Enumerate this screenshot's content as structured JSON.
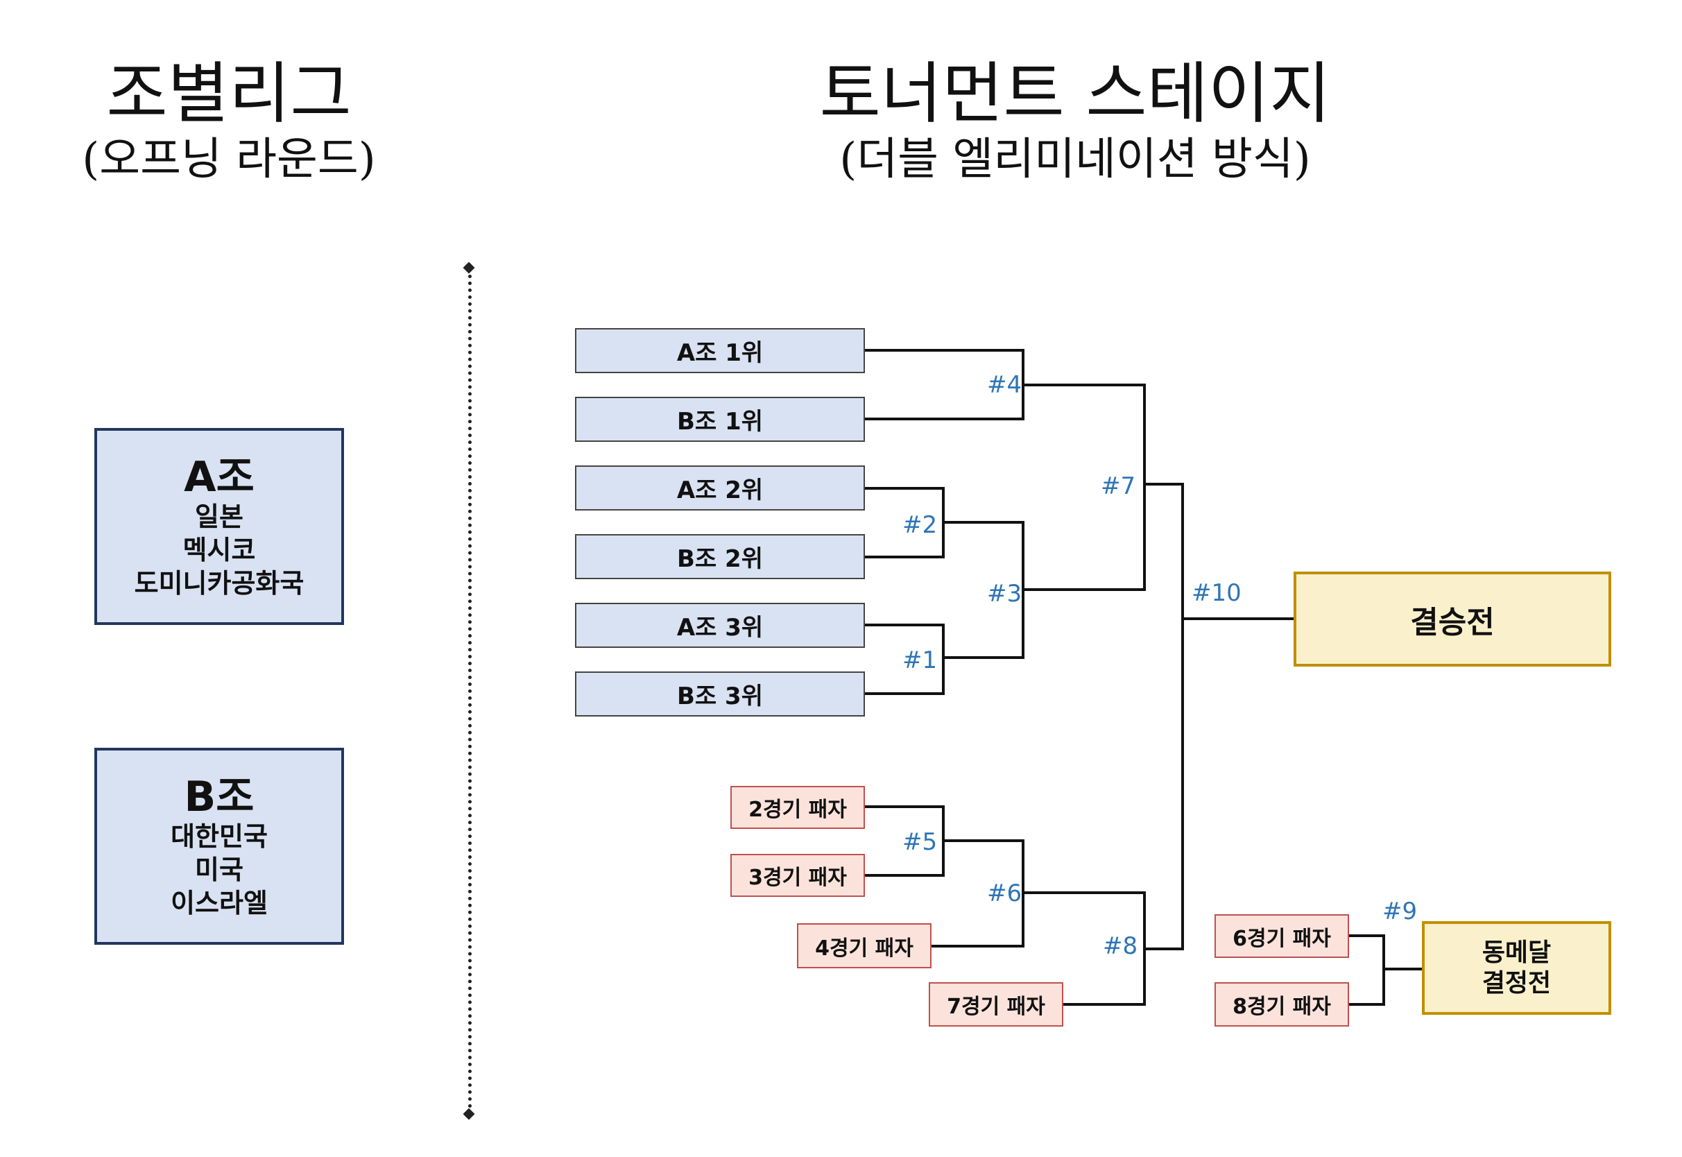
{
  "left_title": {
    "main": "조별리그",
    "sub": "(오프닝 라운드)"
  },
  "right_title": {
    "main": "토너먼트 스테이지",
    "sub": "(더블 엘리미네이션 방식)"
  },
  "groups": [
    {
      "name": "A조",
      "teams": [
        "일본",
        "멕시코",
        "도미니카공화국"
      ]
    },
    {
      "name": "B조",
      "teams": [
        "대한민국",
        "미국",
        "이스라엘"
      ]
    }
  ],
  "seeds": [
    "A조 1위",
    "B조 1위",
    "A조 2위",
    "B조 2위",
    "A조 3위",
    "B조 3위"
  ],
  "losers": [
    "2경기 패자",
    "3경기 패자",
    "4경기 패자",
    "7경기 패자",
    "6경기 패자",
    "8경기 패자"
  ],
  "matches": [
    "#1",
    "#2",
    "#3",
    "#4",
    "#5",
    "#6",
    "#7",
    "#8",
    "#9",
    "#10"
  ],
  "final_label": "결승전",
  "bronze_label": [
    "동메달",
    "결정전"
  ],
  "colors": {
    "seed_fill": "#d9e2f2",
    "group_border": "#24365e",
    "loser_fill": "#fbe3dc",
    "loser_border": "#c0504d",
    "final_fill": "#fbf0cc",
    "final_border": "#bf9000",
    "match_label": "#2e75b6"
  }
}
